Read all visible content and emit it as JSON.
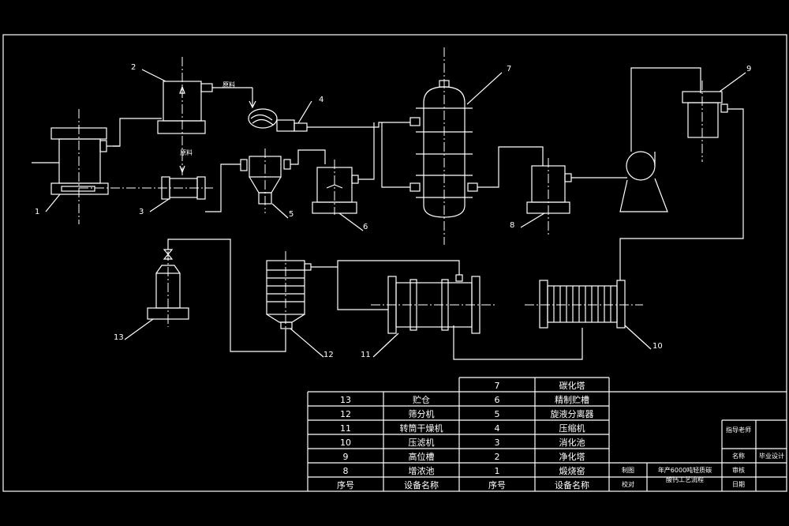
{
  "equipment_labels": [
    "1",
    "2",
    "3",
    "4",
    "5",
    "6",
    "7",
    "8",
    "9",
    "10",
    "11",
    "12",
    "13"
  ],
  "stream_labels": {
    "a": "原料",
    "b": "原料"
  },
  "table": {
    "left_rows": [
      {
        "no": "13",
        "name": "贮仓"
      },
      {
        "no": "12",
        "name": "筛分机"
      },
      {
        "no": "11",
        "name": "转筒干燥机"
      },
      {
        "no": "10",
        "name": "压滤机"
      },
      {
        "no": "9",
        "name": "高位槽"
      },
      {
        "no": "8",
        "name": "增浓池"
      }
    ],
    "right_rows": [
      {
        "no": "7",
        "name": "碳化塔"
      },
      {
        "no": "6",
        "name": "精制贮槽"
      },
      {
        "no": "5",
        "name": "旋液分离器"
      },
      {
        "no": "4",
        "name": "压缩机"
      },
      {
        "no": "3",
        "name": "消化池"
      },
      {
        "no": "2",
        "name": "净化塔"
      },
      {
        "no": "1",
        "name": "煅烧窑"
      }
    ],
    "header_no": "序号",
    "header_name": "设备名称"
  },
  "title_block": {
    "draw_label": "制图",
    "check_label": "校对",
    "title_line1": "年产6000吨轻质碳",
    "title_line2": "酸钙工艺流程",
    "advisor_label": "指导老师",
    "name_label": "名称",
    "design_label": "毕业设计",
    "review_label": "审核",
    "date_label": "日期"
  }
}
